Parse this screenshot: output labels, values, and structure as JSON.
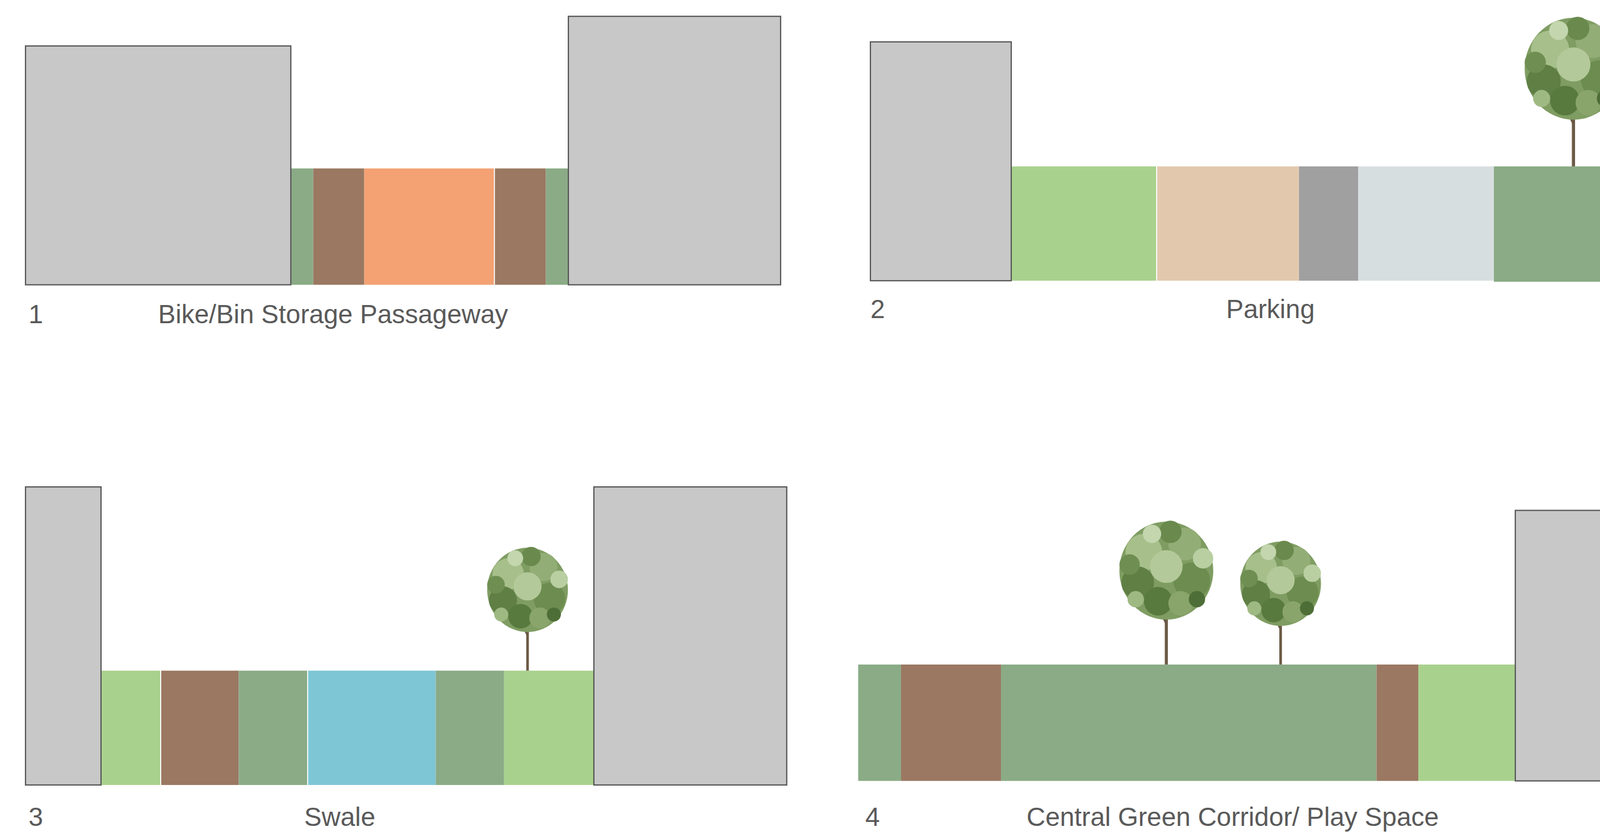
{
  "diagram": {
    "labels": [
      "1",
      "Bike/Bin Storage Passageway",
      "2",
      "Parking",
      "3",
      "Swale",
      "4",
      "Central Green Corridor/ Play Space"
    ]
  }
}
